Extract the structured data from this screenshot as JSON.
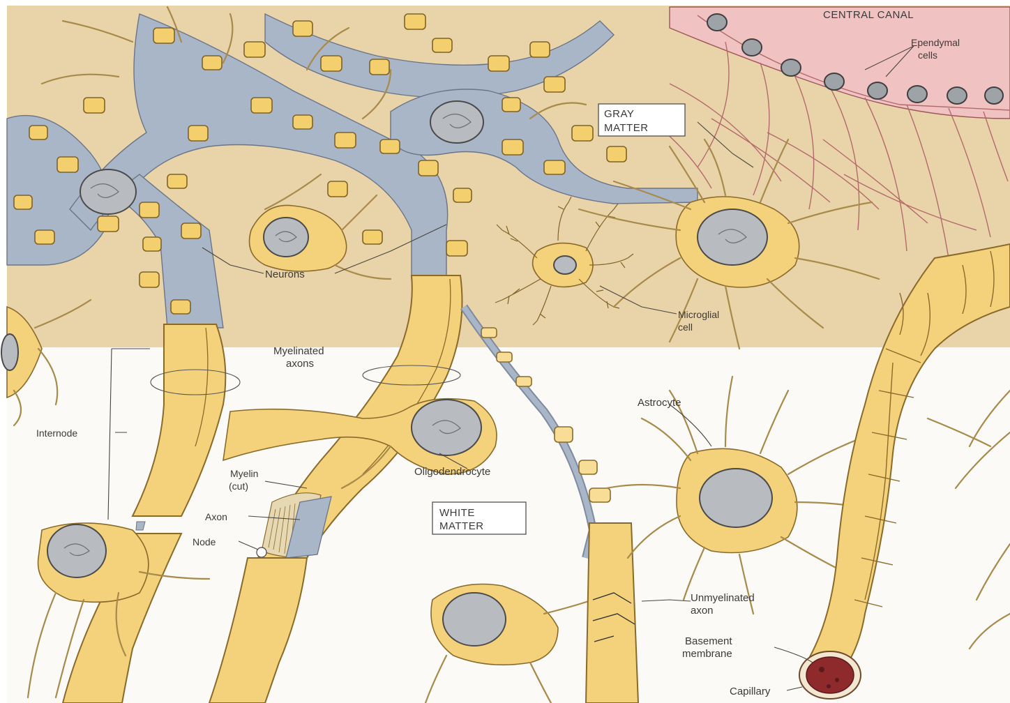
{
  "labels": {
    "central_canal": "CENTRAL CANAL",
    "ependymal_line1": "Ependymal",
    "ependymal_line2": "cells",
    "gray_matter_line1": "GRAY",
    "gray_matter_line2": "MATTER",
    "neurons": "Neurons",
    "microglial_line1": "Microglial",
    "microglial_line2": "cell",
    "myelinated_line1": "Myelinated",
    "myelinated_line2": "axons",
    "astrocyte": "Astrocyte",
    "internode": "Internode",
    "oligodendrocyte": "Oligodendrocyte",
    "myelin_line1": "Myelin",
    "myelin_line2": "(cut)",
    "white_matter_line1": "WHITE",
    "white_matter_line2": "MATTER",
    "axon": "Axon",
    "node": "Node",
    "unmyelinated_line1": "Unmyelinated",
    "unmyelinated_line2": "axon",
    "basement_line1": "Basement",
    "basement_line2": "membrane",
    "capillary": "Capillary"
  },
  "colors": {
    "gray_matter_bg": "#e9d3a8",
    "white_matter_bg": "#fbfaf6",
    "glia_yellow": "#f4d27c",
    "neuron_blue_grey": "#a9b6c8",
    "ependymal_pink": "#e9a3a6",
    "nucleus_grey": "#b8bcc0",
    "capillary_red": "#8e2a2c"
  }
}
